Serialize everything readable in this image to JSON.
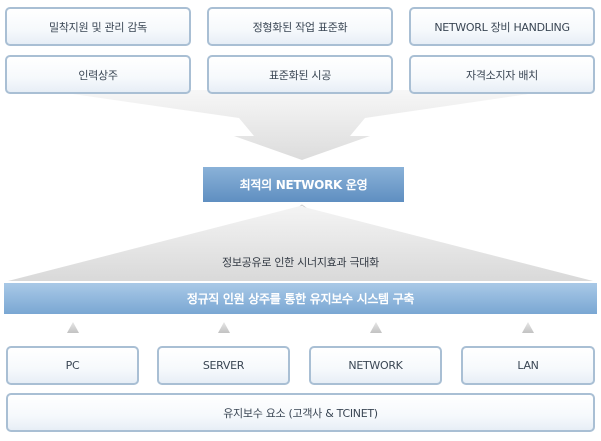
{
  "top_grid": {
    "row1": [
      "밀착지원 및 관리 감독",
      "정형화된 작업 표준화",
      "NETWORL 장비 HANDLING"
    ],
    "row2": [
      "인력상주",
      "표준화된 시공",
      "자격소지자 배치"
    ]
  },
  "center_label": "최적의 NETWORK 운영",
  "synergy_caption": "정보공유로 인한 시너지효과 극대화",
  "foundation_label": "정규직 인원 상주를 통한 유지보수 시스템 구축",
  "components": [
    "PC",
    "SERVER",
    "NETWORK",
    "LAN"
  ],
  "base_label": "유지보수 요소 (고객사 & TCINET)",
  "colors": {
    "box_border": "#a9bfd4",
    "center_bar": "#6f9bca",
    "wide_bar": "#8fb6dc",
    "funnel": "#e6e6e6"
  }
}
